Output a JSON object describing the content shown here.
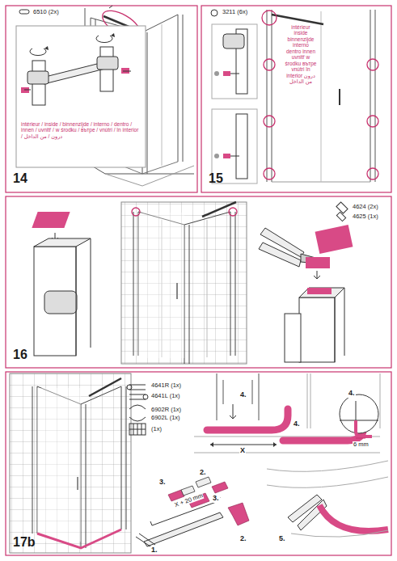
{
  "diagram": {
    "labels": [
      "14",
      "6510 (2x)",
      "intérieur / inside / binnenzijde / interno / dentro / innen / uvnitř / w środku / вътре / vnútri / în interior / درون / من الداخل",
      "15",
      "3211 (6x)",
      "intérieur inside binnenzijde interno dentro innen uvnitř w środku вътре vnútri în interior درون من الداخل",
      "16",
      "4624 (2x)",
      "4625 (1x)",
      "17b",
      "4641R (1x)",
      "4641L (1x)",
      "6902R (1x)",
      "6902L (1x)",
      "(1x)",
      "4.",
      "X",
      "4.",
      "4.",
      "6 mm",
      "3.",
      "2.",
      "3.",
      "1.",
      "X + 20 mm",
      "2.",
      "5."
    ]
  }
}
